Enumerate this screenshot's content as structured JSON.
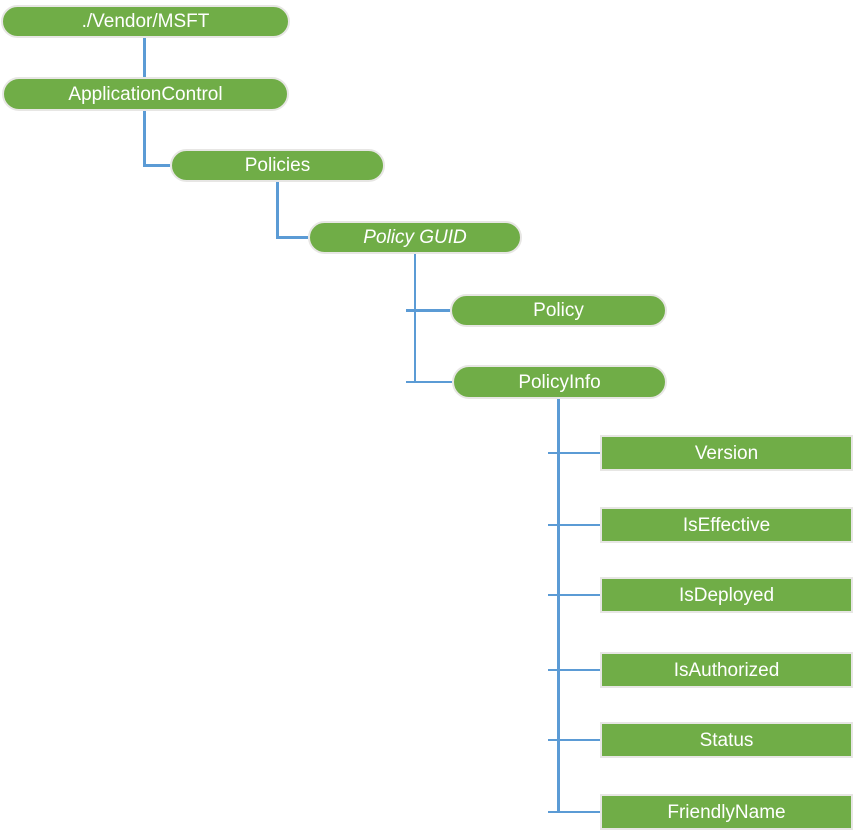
{
  "colors": {
    "node_fill": "#70AD47",
    "node_text": "#FFFFFF",
    "node_border": "#E7E6E4",
    "connector": "#5B9BD5"
  },
  "nodes": {
    "vendor_msft": "./Vendor/MSFT",
    "application_control": "ApplicationControl",
    "policies": "Policies",
    "policy_guid": "Policy GUID",
    "policy": "Policy",
    "policy_info": "PolicyInfo",
    "version": "Version",
    "is_effective": "IsEffective",
    "is_deployed": "IsDeployed",
    "is_authorized": "IsAuthorized",
    "status": "Status",
    "friendly_name": "FriendlyName"
  },
  "hierarchy": {
    "./Vendor/MSFT": {
      "ApplicationControl": {
        "Policies": {
          "Policy GUID": {
            "Policy": {},
            "PolicyInfo": {
              "Version": {},
              "IsEffective": {},
              "IsDeployed": {},
              "IsAuthorized": {},
              "Status": {},
              "FriendlyName": {}
            }
          }
        }
      }
    }
  }
}
